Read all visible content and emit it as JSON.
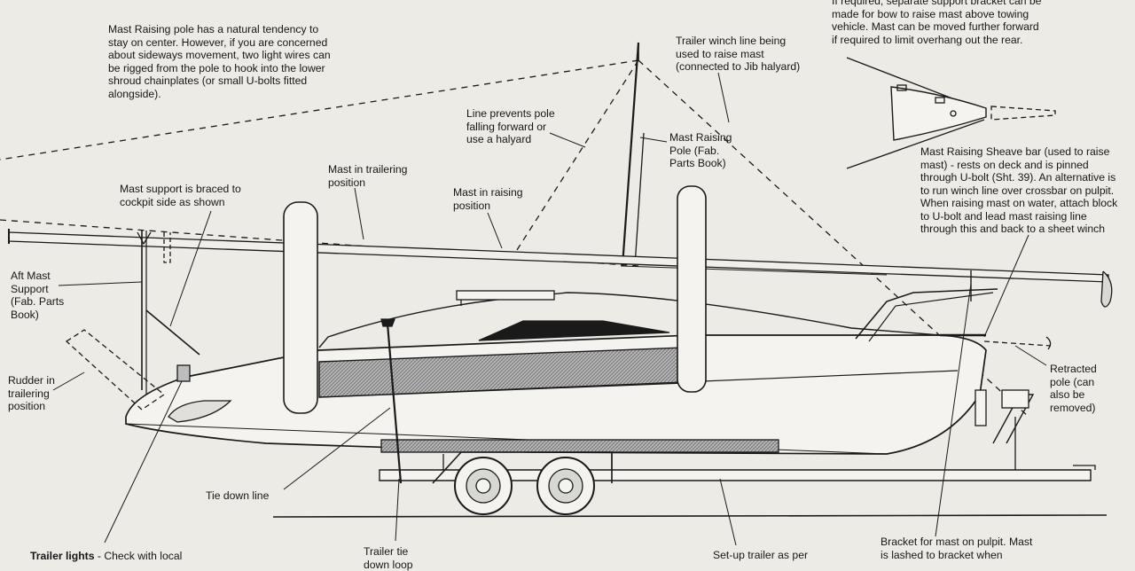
{
  "labels": {
    "mast_raising_pole_note": [
      "Mast Raising pole has a natural tendency to",
      "stay on center. However, if you are concerned",
      "about sideways movement, two light wires can",
      "be rigged from the pole to hook into the lower",
      "shroud chainplates (or small U-bolts fitted",
      "alongside)."
    ],
    "trailer_winch_line": [
      "Trailer winch line being",
      "used to raise mast",
      "(connected to Jib halyard)"
    ],
    "bow_bracket_note": [
      "If required, separate support bracket can be",
      "made for bow to raise mast above towing",
      "vehicle. Mast can be moved further forward",
      "if required to limit overhang out the rear."
    ],
    "line_prevents_pole": [
      "Line prevents pole",
      "falling forward or",
      "use a halyard"
    ],
    "mast_raising_pole": [
      "Mast Raising",
      "Pole (Fab.",
      "Parts Book)"
    ],
    "sheave_bar_note": [
      "Mast Raising Sheave bar (used to raise",
      "mast) - rests on deck and is pinned",
      "through U-bolt (Sht. 39). An alternative is",
      "to run winch line over crossbar on pulpit.",
      "When raising mast on water, attach block",
      "to U-bolt and lead mast raising line",
      "through this and back to a sheet winch"
    ],
    "mast_in_trailering": [
      "Mast in trailering",
      "position"
    ],
    "mast_support_braced": [
      "Mast support is braced to",
      "cockpit side as shown"
    ],
    "mast_in_raising": [
      "Mast in raising",
      "position"
    ],
    "aft_mast_support": [
      "Aft Mast",
      "Support",
      "(Fab. Parts",
      "Book)"
    ],
    "retracted_pole": [
      "Retracted",
      "pole (can",
      "also be",
      "removed)"
    ],
    "rudder": [
      "Rudder in",
      "trailering",
      "position"
    ],
    "tie_down_line": [
      "Tie down line"
    ],
    "trailer_lights_bold": "Trailer lights",
    "trailer_lights_rest": " - Check with local",
    "trailer_tie": [
      "Trailer tie",
      "down loop"
    ],
    "setup_trailer": [
      "Set-up trailer as per"
    ],
    "bracket_pulpit": [
      "Bracket for mast on pulpit. Mast",
      "is lashed to bracket when"
    ]
  },
  "colors": {
    "paper": "#ecebe6",
    "ink": "#1a1a1a",
    "hatch": "#8e8e8e"
  }
}
